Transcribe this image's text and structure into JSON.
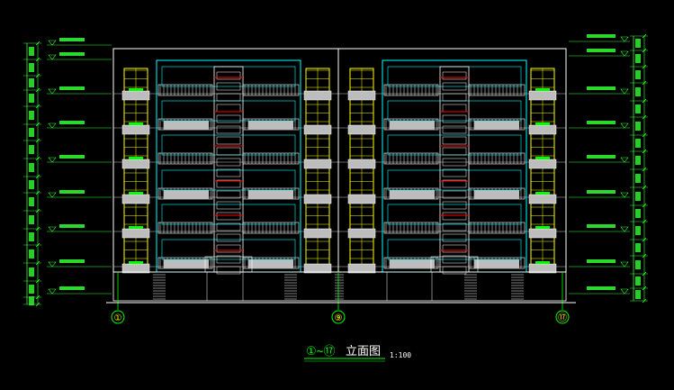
{
  "drawing": {
    "title_prefix": "①~⑰",
    "title_main": "立面图",
    "scale": "1:100"
  },
  "axes": {
    "left": "①",
    "middle": "⑨",
    "right": "⑰"
  },
  "colors": {
    "background": "#000000",
    "outline": "#ffffff",
    "cyan": "#00ffff",
    "yellow": "#ffff00",
    "green": "#00ff00",
    "red": "#ff0000",
    "gray_fill": "#bdbdbd",
    "dim_green": "#33ff33"
  }
}
